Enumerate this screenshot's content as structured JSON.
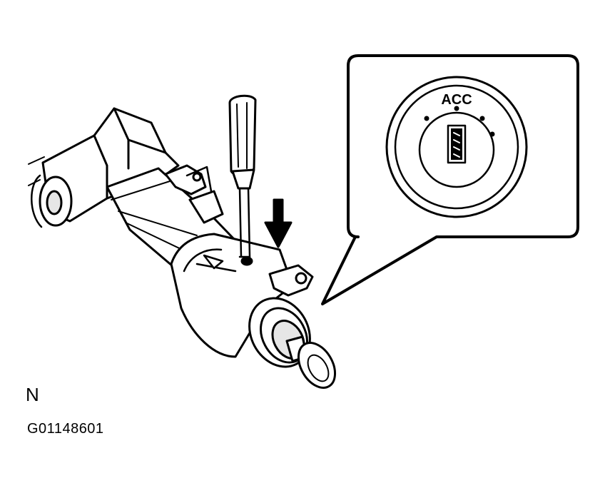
{
  "callout": {
    "position_label": "ACC"
  },
  "figure": {
    "letter": "N",
    "code": "G01148601"
  },
  "icons": [
    "screwdriver-icon",
    "down-arrow-icon",
    "key-icon"
  ],
  "colors": {
    "ink": "#000000",
    "paper": "#ffffff",
    "shade": "#e6e6e6"
  }
}
